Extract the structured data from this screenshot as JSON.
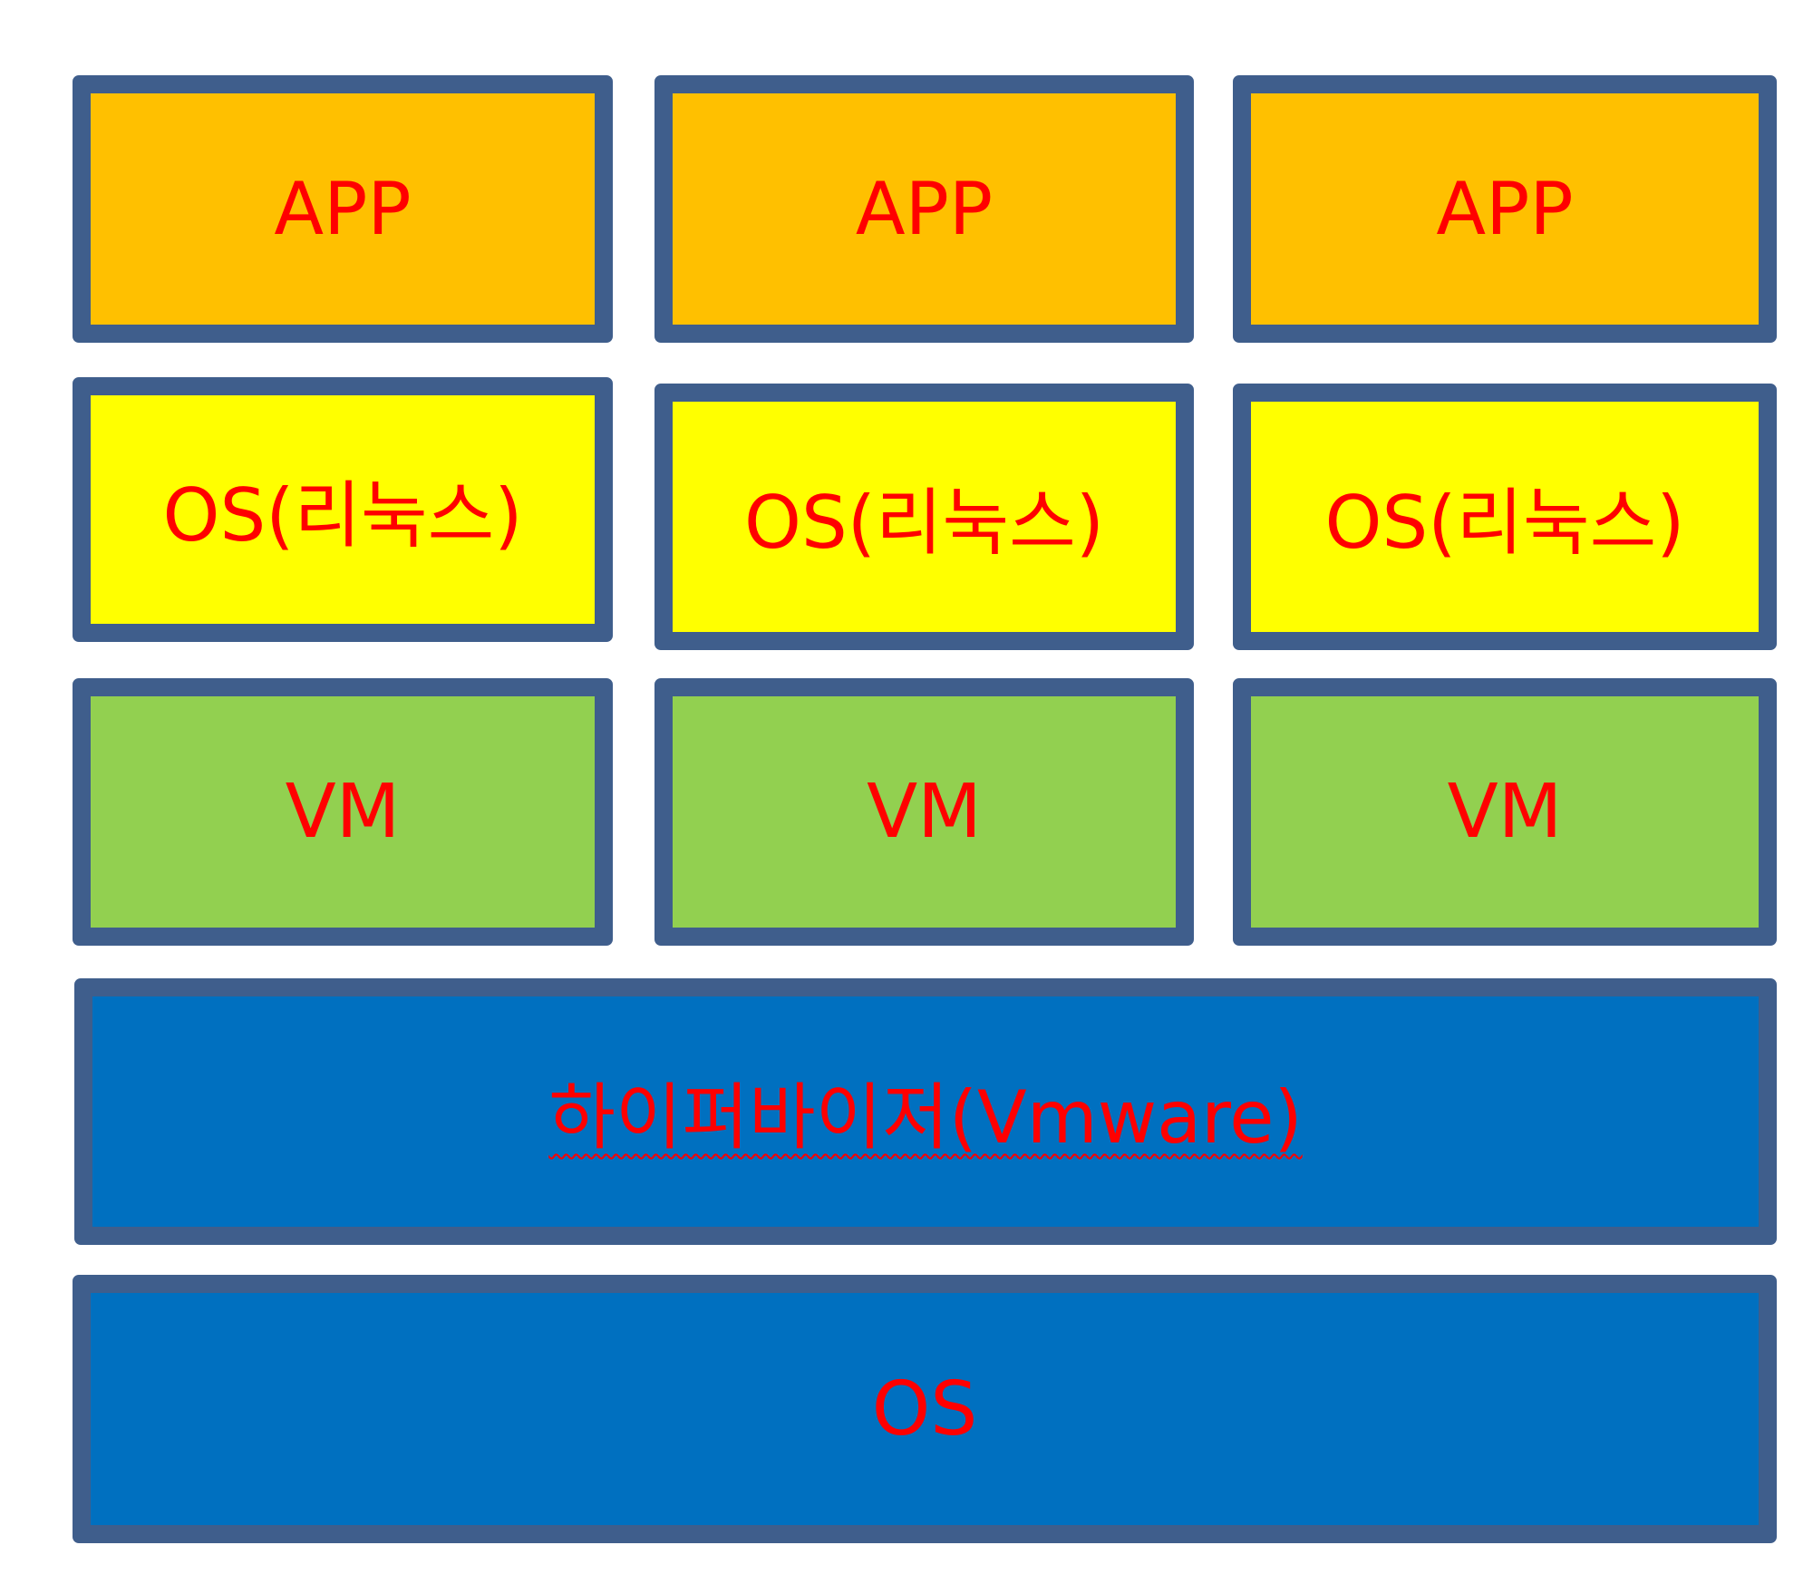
{
  "colors": {
    "app_fill": "#ffc000",
    "guest_os_fill": "#ffff00",
    "vm_fill": "#92d050",
    "hypervisor_fill": "#0070c0",
    "host_os_fill": "#0070c0",
    "border": "#3f5e8c",
    "text": "#ff0000"
  },
  "stack": {
    "columns": [
      {
        "app": "APP",
        "os": "OS(리눅스)",
        "vm": "VM"
      },
      {
        "app": "APP",
        "os": "OS(리눅스)",
        "vm": "VM"
      },
      {
        "app": "APP",
        "os": "OS(리눅스)",
        "vm": "VM"
      }
    ],
    "hypervisor": "하이퍼바이저(Vmware)",
    "host_os": "OS"
  }
}
